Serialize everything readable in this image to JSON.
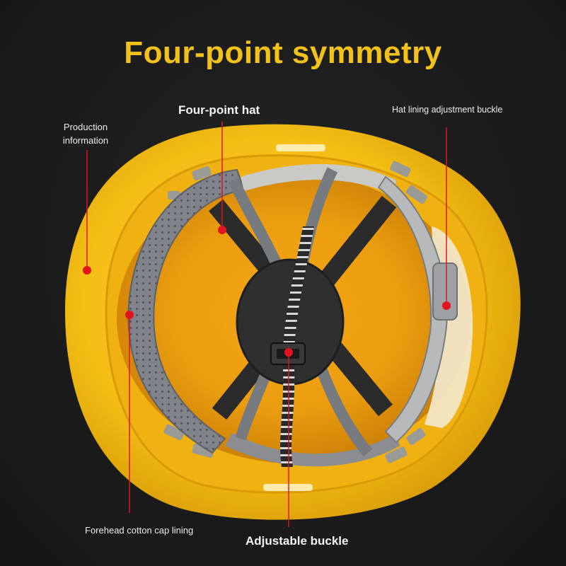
{
  "title": "Four-point symmetry",
  "labels": {
    "production_info_line1": "Production",
    "production_info_line2": "information",
    "four_point_hat": "Four-point hat",
    "adjustment_buckle": "Hat lining adjustment buckle",
    "forehead_lining": "Forehead cotton cap lining",
    "adjustable_buckle": "Adjustable buckle"
  },
  "colors": {
    "title": "#f2c21a",
    "helmet_yellow": "#f5c21b",
    "helmet_inner": "#eba60f",
    "strap": "#2b2b2b",
    "lining_grey": "#7c7f84",
    "callout_red": "#e0151d"
  }
}
